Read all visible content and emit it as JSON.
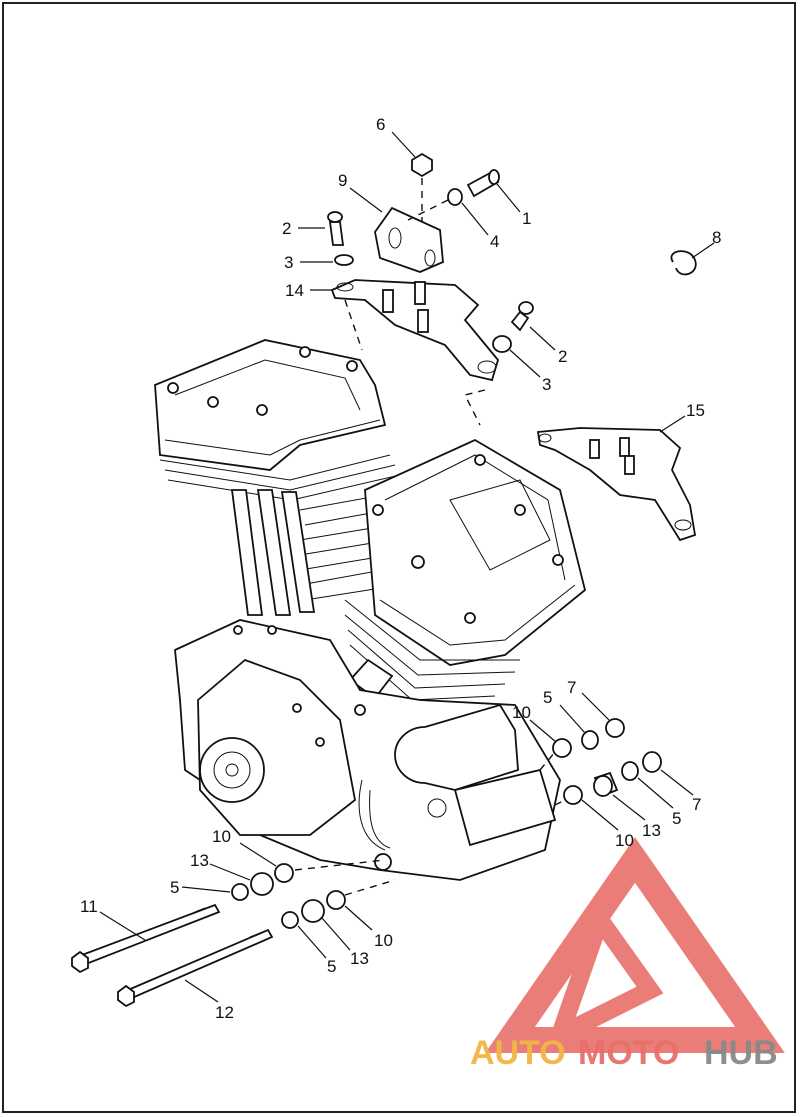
{
  "callouts": {
    "c1": "1",
    "c2a": "2",
    "c2b": "2",
    "c3a": "3",
    "c3b": "3",
    "c4": "4",
    "c5a": "5",
    "c5b": "5",
    "c5c": "5",
    "c5d": "5",
    "c6": "6",
    "c7a": "7",
    "c7b": "7",
    "c8": "8",
    "c9": "9",
    "c10a": "10",
    "c10b": "10",
    "c10c": "10",
    "c10d": "10",
    "c11": "11",
    "c12": "12",
    "c13a": "13",
    "c13b": "13",
    "c13c": "13",
    "c14": "14",
    "c15": "15"
  },
  "watermark": {
    "part1": "AUTO",
    "part2": "MOTO",
    "part3": "HUB"
  },
  "colors": {
    "watermark_red": "#e8706a",
    "watermark_orange": "#f2b544",
    "watermark_gray": "#8a8a8a",
    "line": "#111111"
  }
}
